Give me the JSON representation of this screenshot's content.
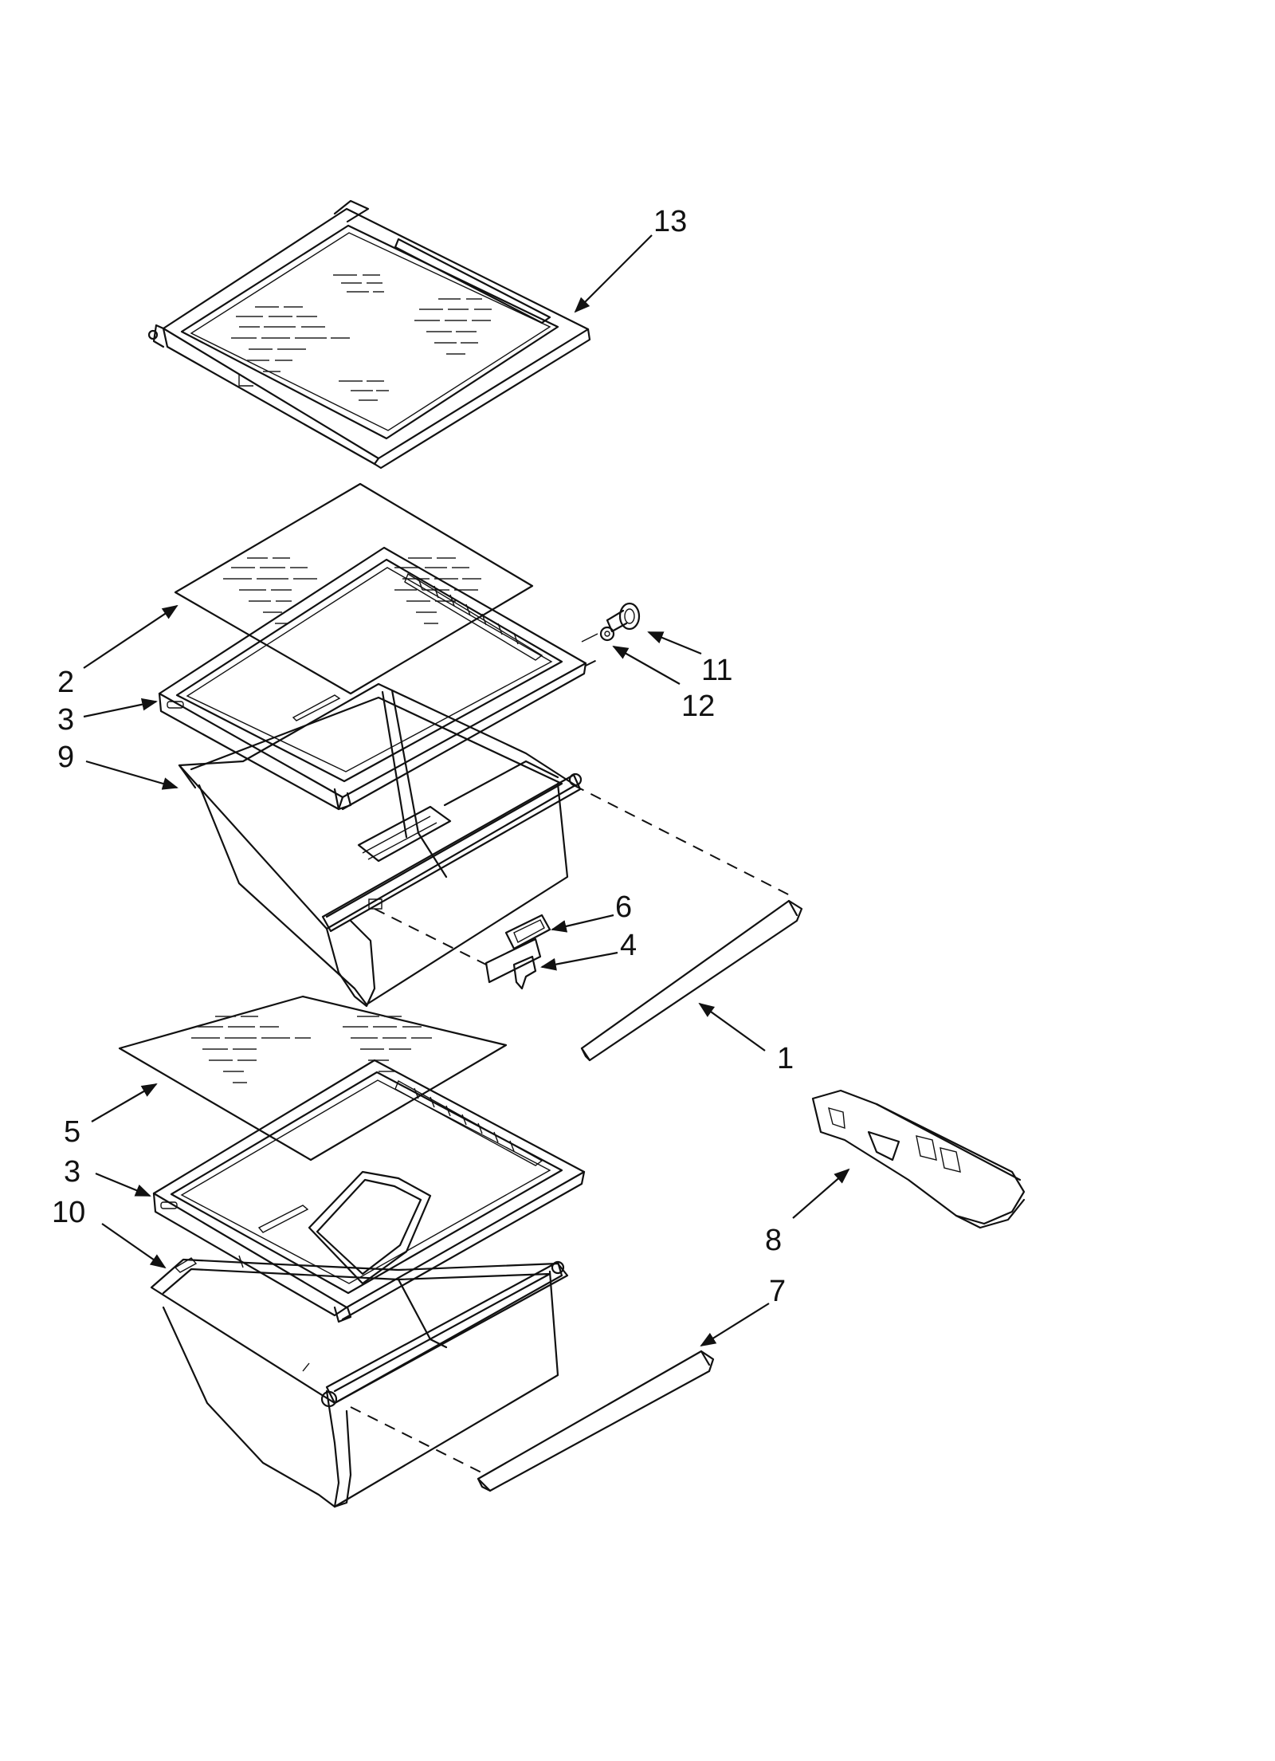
{
  "diagram": {
    "callouts": [
      {
        "id": "c13",
        "label": "13"
      },
      {
        "id": "c2",
        "label": "2"
      },
      {
        "id": "c3a",
        "label": "3"
      },
      {
        "id": "c9",
        "label": "9"
      },
      {
        "id": "c11",
        "label": "11"
      },
      {
        "id": "c12",
        "label": "12"
      },
      {
        "id": "c6",
        "label": "6"
      },
      {
        "id": "c4",
        "label": "4"
      },
      {
        "id": "c1",
        "label": "1"
      },
      {
        "id": "c5",
        "label": "5"
      },
      {
        "id": "c3b",
        "label": "3"
      },
      {
        "id": "c10",
        "label": "10"
      },
      {
        "id": "c8",
        "label": "8"
      },
      {
        "id": "c7",
        "label": "7"
      }
    ]
  }
}
